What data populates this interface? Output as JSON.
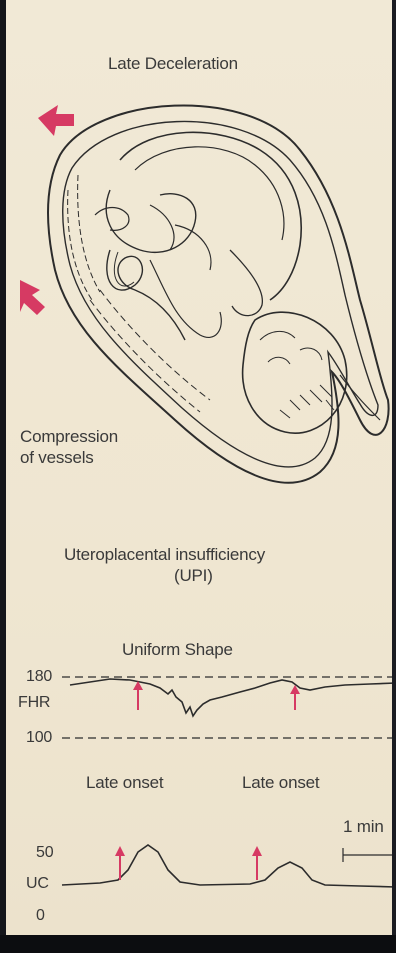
{
  "diagram": {
    "title": "Late Deceleration",
    "compression_label_line1": "Compression",
    "compression_label_line2": "of vessels",
    "cause_line1": "Uteroplacental insufficiency",
    "cause_line2": "(UPI)",
    "shape_label": "Uniform Shape",
    "fhr": {
      "label": "FHR",
      "top_value": "180",
      "bottom_value": "100"
    },
    "onset_label_1": "Late onset",
    "onset_label_2": "Late onset",
    "time_scale_label": "1 min",
    "uc": {
      "label": "UC",
      "top_value": "50",
      "bottom_value": "0"
    }
  },
  "colors": {
    "paper": "#efe6d1",
    "ink": "#2c2c2c",
    "arrow": "#d63a63",
    "frame": "#0c0d10"
  }
}
